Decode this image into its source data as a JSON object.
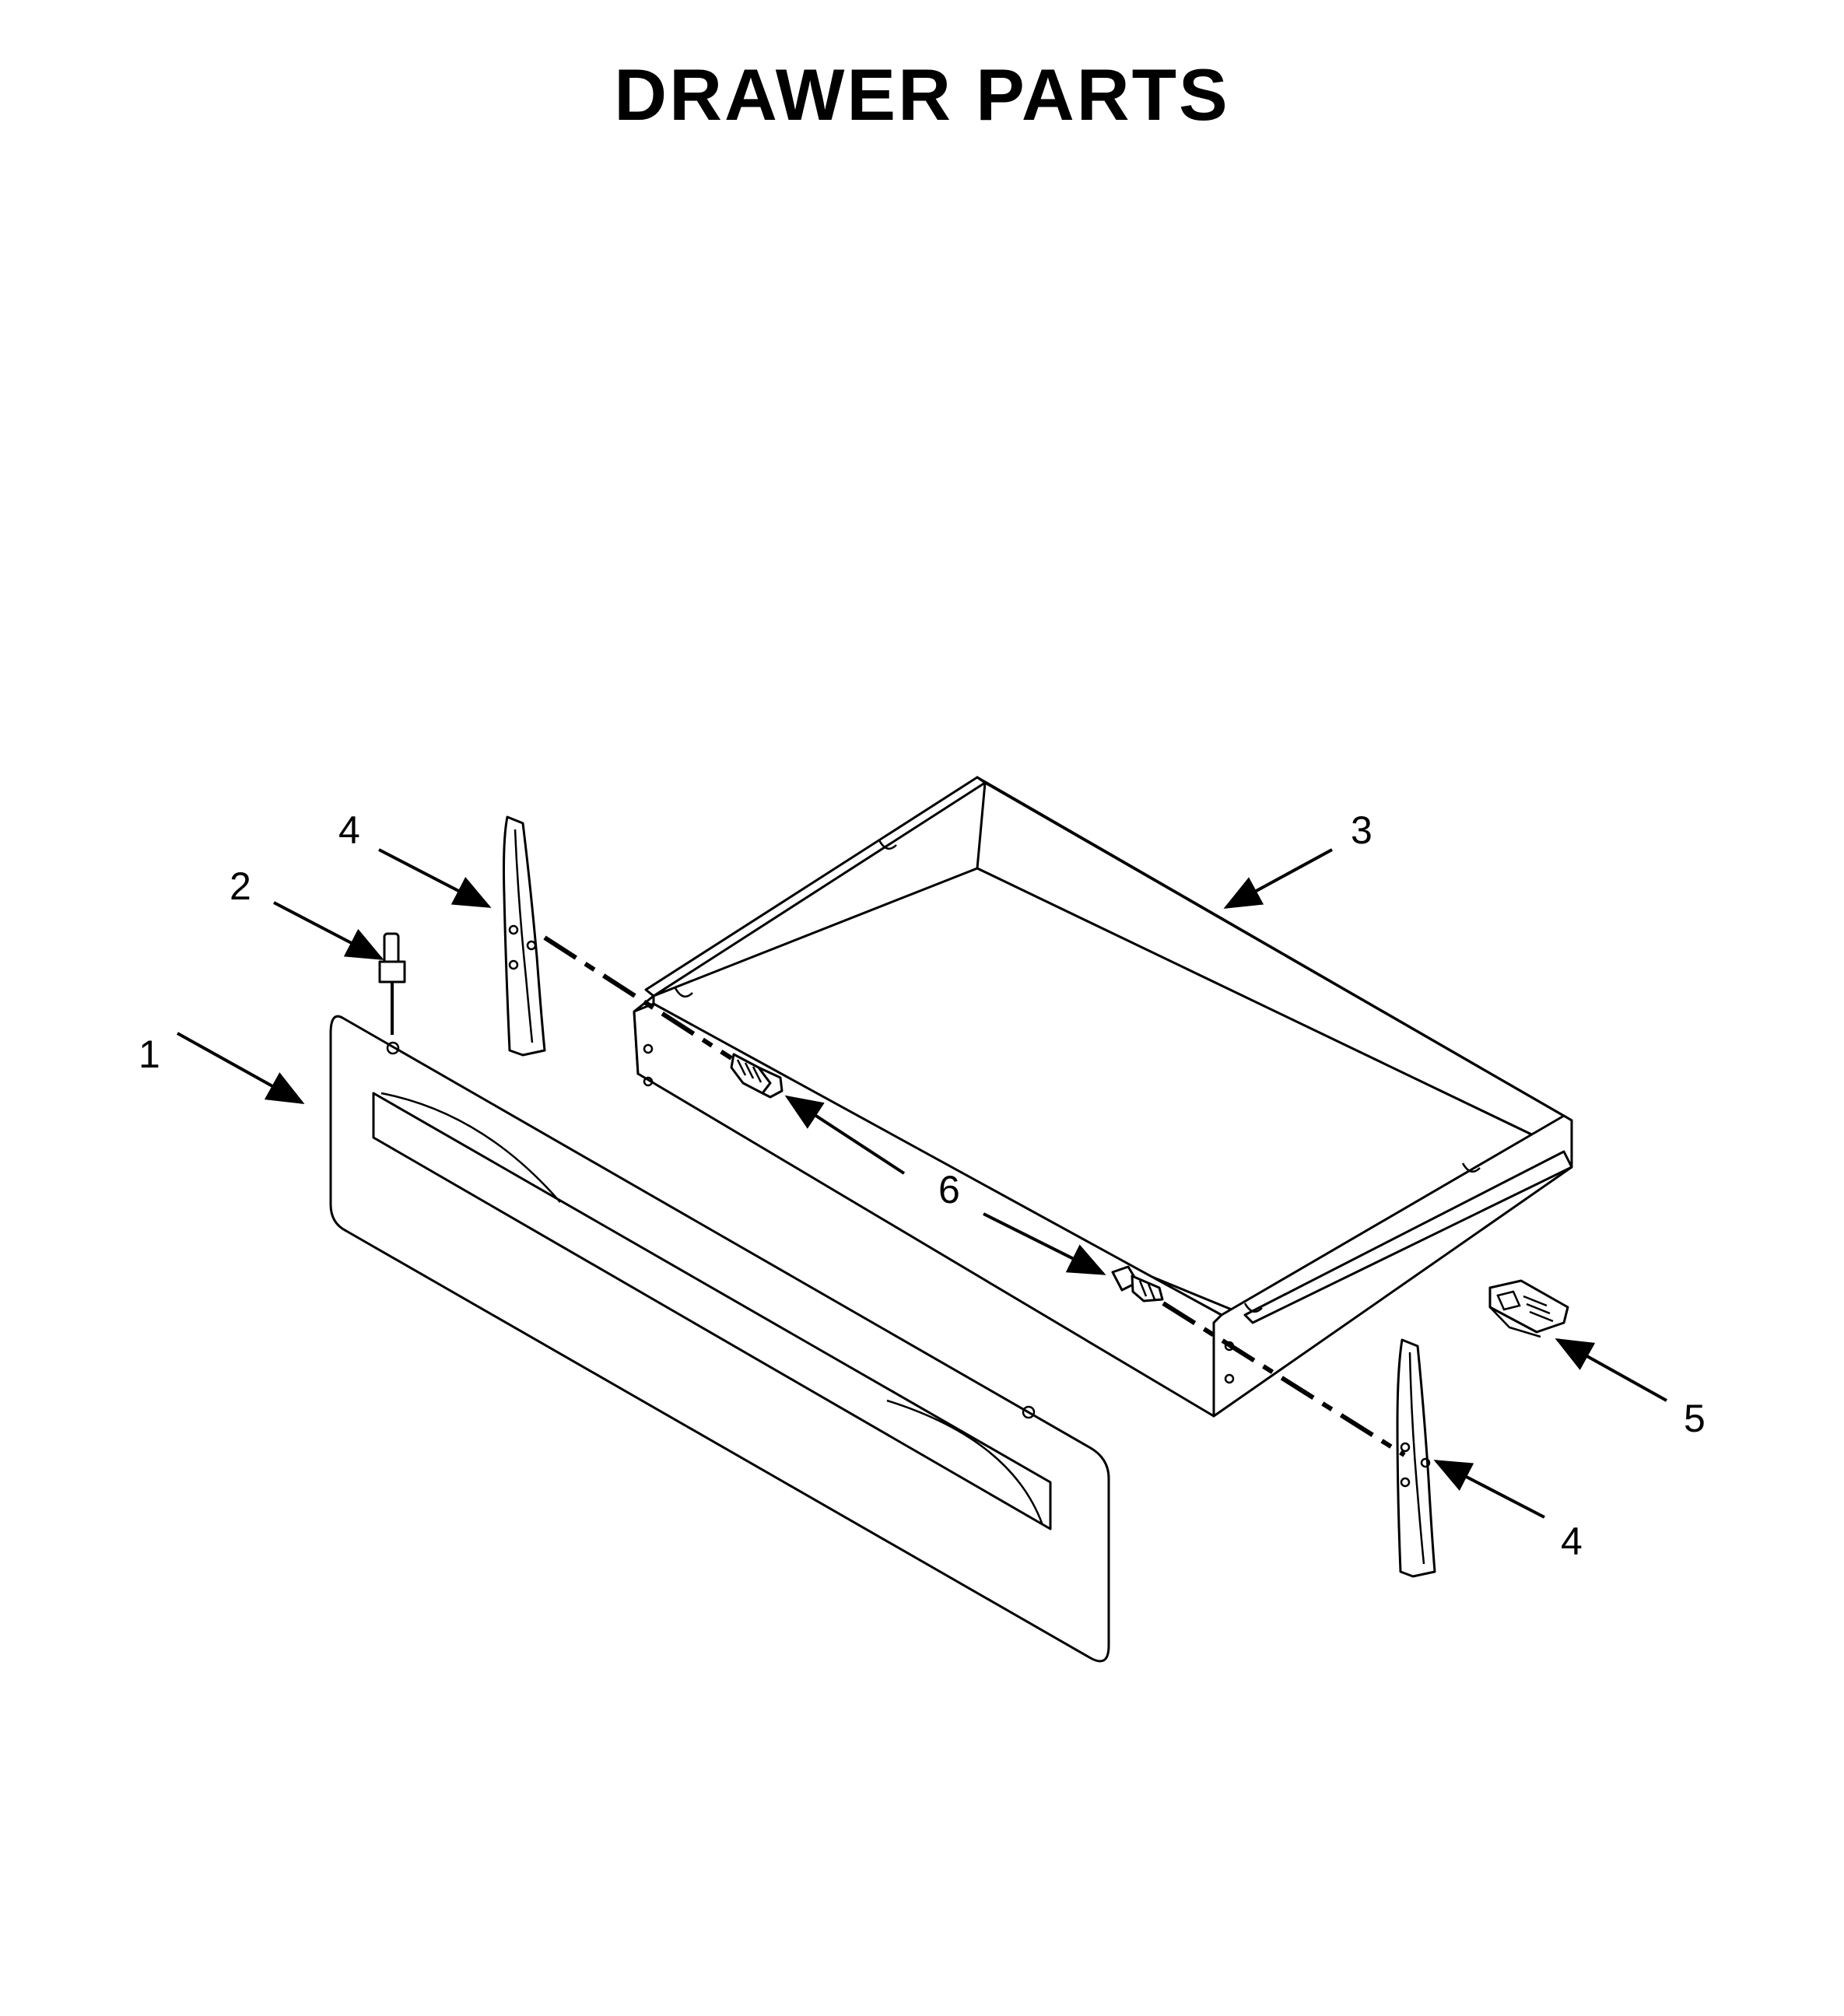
{
  "title": "DRAWER PARTS",
  "callouts": [
    {
      "id": "1",
      "label": "1"
    },
    {
      "id": "2",
      "label": "2"
    },
    {
      "id": "3",
      "label": "3"
    },
    {
      "id": "4a",
      "label": "4"
    },
    {
      "id": "4b",
      "label": "4"
    },
    {
      "id": "5",
      "label": "5"
    },
    {
      "id": "6",
      "label": "6"
    }
  ]
}
